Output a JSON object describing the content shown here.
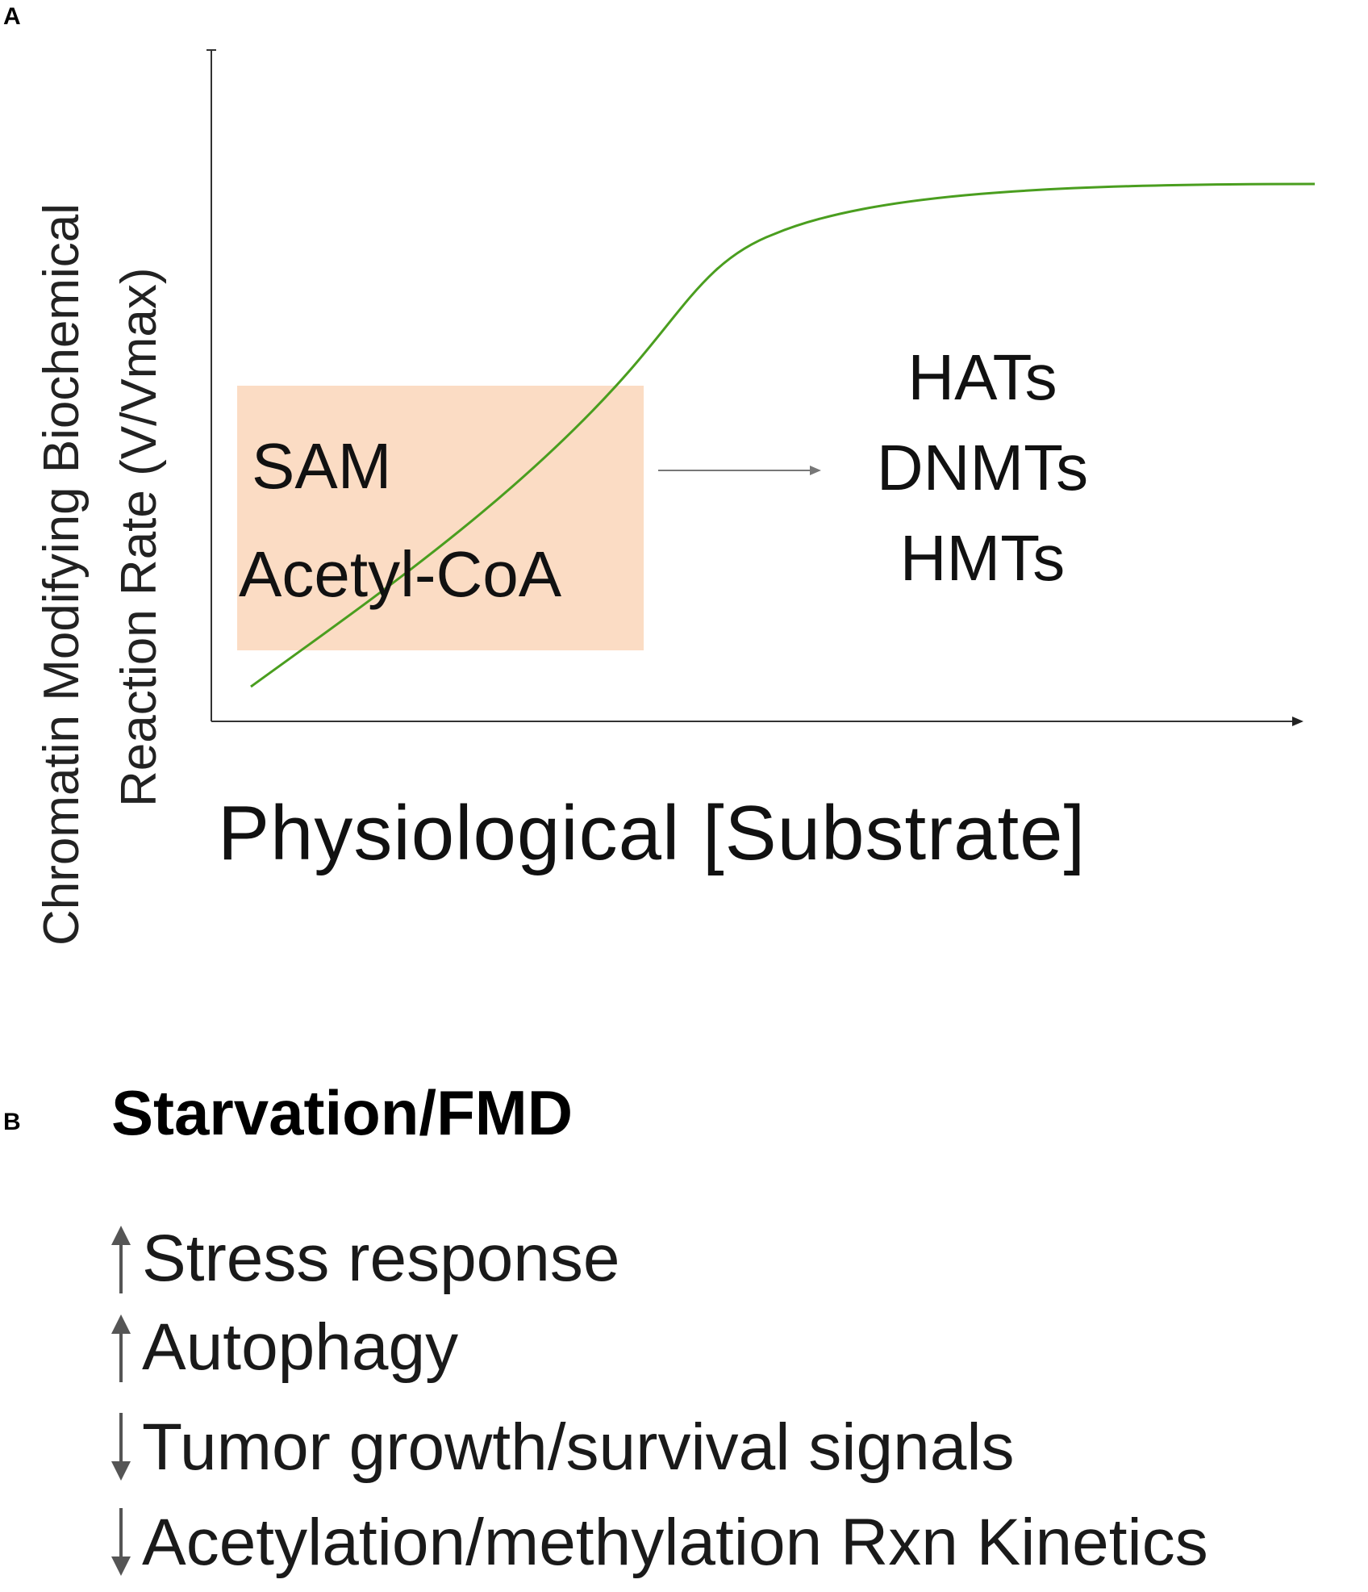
{
  "panel_a": {
    "label": "A",
    "y_axis_title_line1": "Chromatin Modifying Biochemical",
    "y_axis_title_line2": "Reaction Rate (V/Vmax)",
    "x_axis_title": "Physiological [Substrate]",
    "substrate_box_color": "#fbdcc4",
    "curve_color": "#4a9e1f",
    "substrates": [
      "SAM",
      "Acetyl-CoA"
    ],
    "enzymes": [
      "HATs",
      "DNMTs",
      "HMTs"
    ]
  },
  "panel_b": {
    "label": "B",
    "title": "Starvation/FMD",
    "effects": [
      {
        "direction": "up",
        "text": "Stress response"
      },
      {
        "direction": "up",
        "text": "Autophagy"
      },
      {
        "direction": "down",
        "text": "Tumor growth/survival signals"
      },
      {
        "direction": "down",
        "text": "Acetylation/methylation Rxn Kinetics"
      }
    ]
  }
}
